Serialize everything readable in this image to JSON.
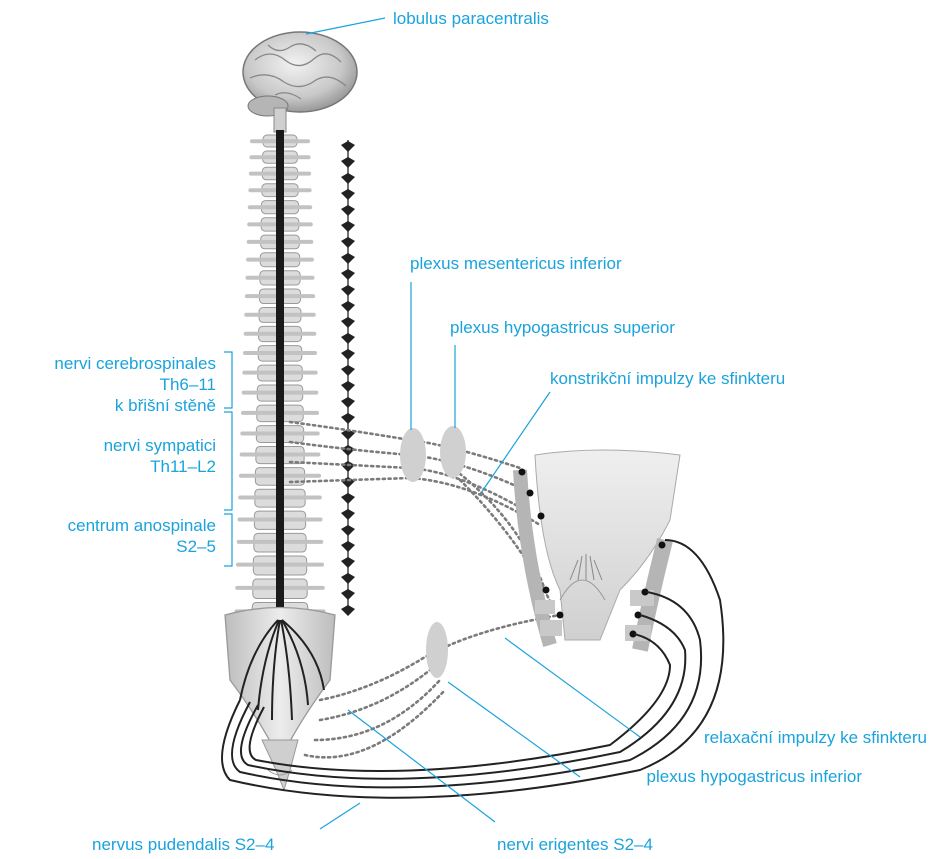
{
  "labels": {
    "lobulus": "lobulus paracentralis",
    "plexus_mesentericus": "plexus mesentericus inferior",
    "plexus_hypogastricus_sup": "plexus hypogastricus superior",
    "konstrikcni": "konstrikční impulzy ke sfinkteru",
    "nervi_cerebrospinales": [
      "nervi cerebrospinales",
      "Th6–11",
      "k břišní stěně"
    ],
    "nervi_sympatici": [
      "nervi sympatici",
      "Th11–L2"
    ],
    "centrum_anospinale": [
      "centrum anospinale",
      "S2–5"
    ],
    "relaxacni": "relaxační impulzy ke sfinkteru",
    "plexus_hypogastricus_inf": "plexus hypogastricus inferior",
    "nervus_pudendalis": "nervus pudendalis S2–4",
    "nervi_erigentes": "nervi erigentes S2–4"
  },
  "colors": {
    "label": "#1aa3dc",
    "bone": "#d9d9d9",
    "nerve": "#222222",
    "plexus": "#cfcfcf"
  }
}
